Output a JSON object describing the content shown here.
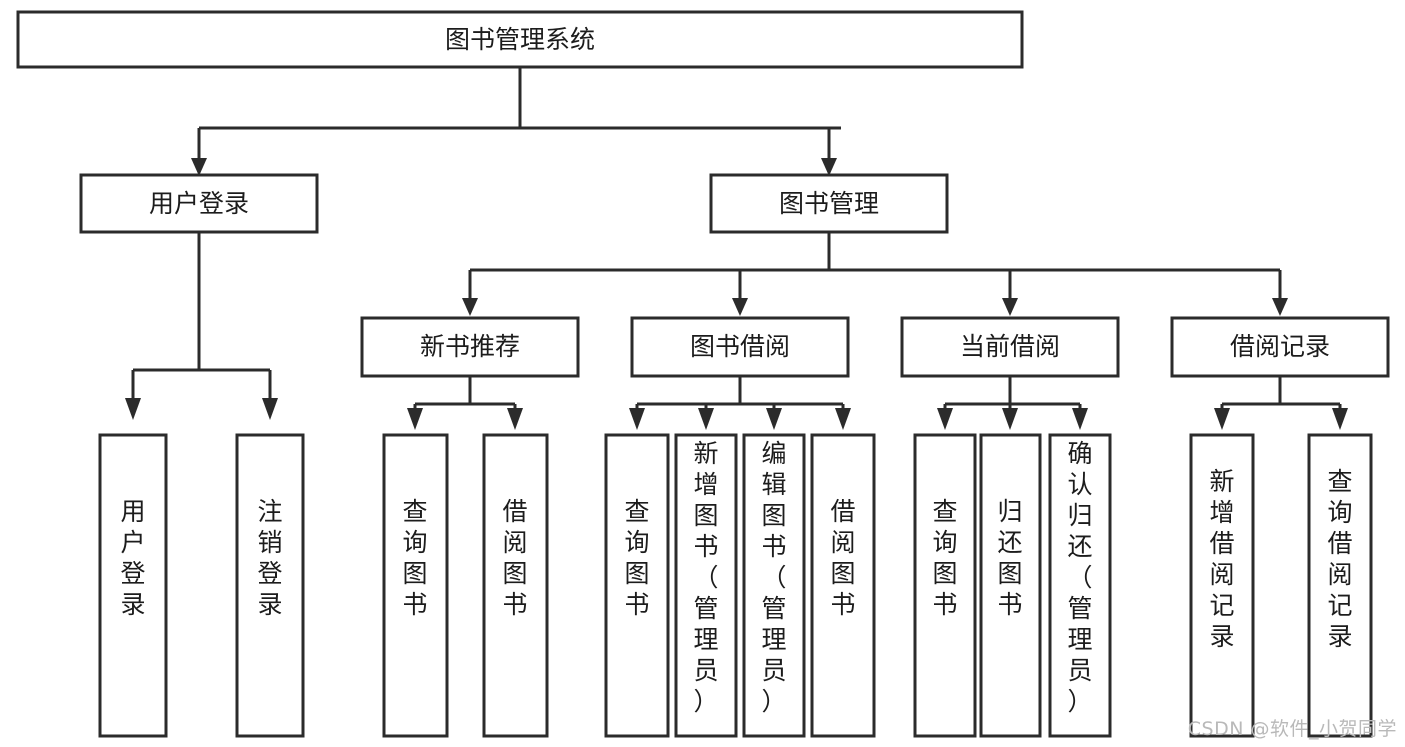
{
  "diagram": {
    "type": "tree-hierarchy",
    "title": "图书管理系统",
    "watermark": "CSDN @软件_小贺同学",
    "colors": {
      "stroke": "#2b2b2b",
      "fill": "#ffffff",
      "text": "#1c1c1c",
      "watermark": "#b9b9b9",
      "background": "#ffffff"
    },
    "levels": {
      "root": {
        "label": "图书管理系统"
      },
      "level2": [
        {
          "label": "用户登录"
        },
        {
          "label": "图书管理"
        }
      ],
      "level3": [
        {
          "label": "新书推荐"
        },
        {
          "label": "图书借阅"
        },
        {
          "label": "当前借阅"
        },
        {
          "label": "借阅记录"
        }
      ],
      "leaves": {
        "user_login": [
          {
            "label": "用户登录"
          },
          {
            "label": "注销登录"
          }
        ],
        "new_book_recommend": [
          {
            "label": "查询图书"
          },
          {
            "label": "借阅图书"
          }
        ],
        "book_borrow": [
          {
            "label": "查询图书"
          },
          {
            "label": "新增图书（管理员）"
          },
          {
            "label": "编辑图书（管理员）"
          },
          {
            "label": "借阅图书"
          }
        ],
        "current_borrow": [
          {
            "label": "查询图书"
          },
          {
            "label": "归还图书"
          },
          {
            "label": "确认归还（管理员）"
          }
        ],
        "borrow_record": [
          {
            "label": "新增借阅记录"
          },
          {
            "label": "查询借阅记录"
          }
        ]
      }
    }
  }
}
